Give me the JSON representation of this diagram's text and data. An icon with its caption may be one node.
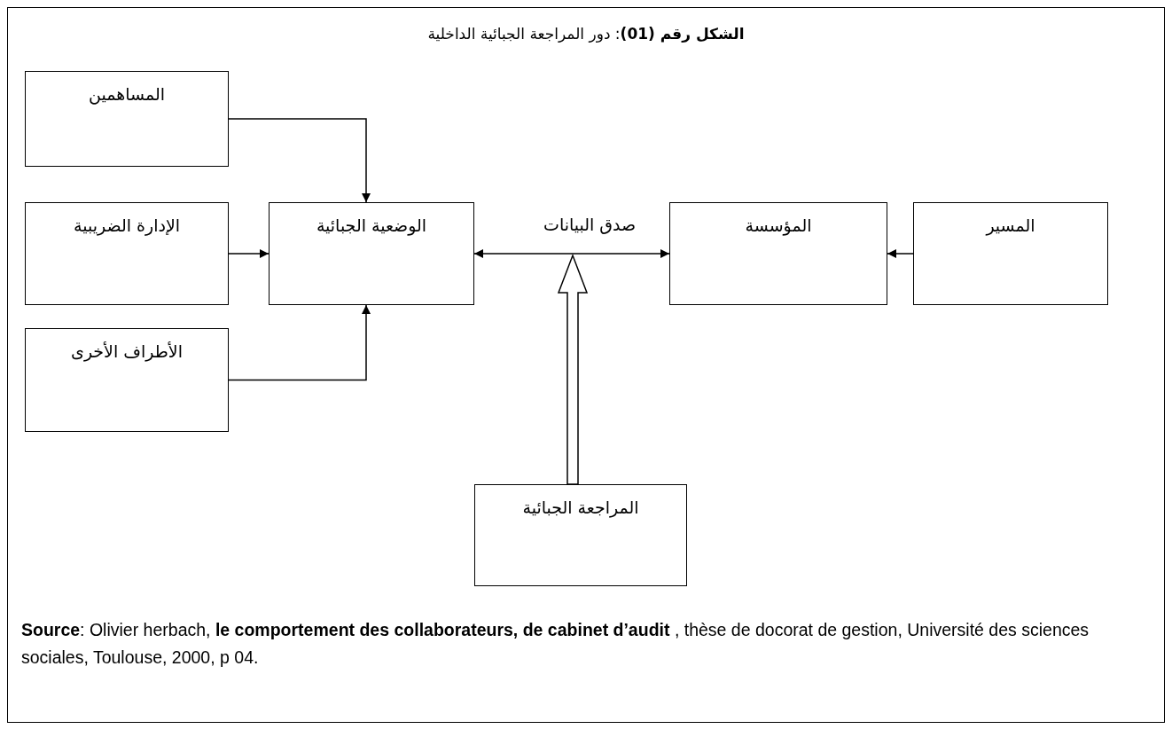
{
  "diagram": {
    "title": "**الشكل رقم (01)**: دور المراجعة الجبائية الداخلية",
    "caption": "**Source**: Olivier  herbach, **le comportement des collaborateurs, de cabinet d’audit** , thèse de docorat  de gestion, Université des sciences sociales, Toulouse, 2000, p 04.",
    "nodes": [
      {
        "text": [
          "المساهمين"
        ]
      },
      {
        "text": [
          "الإدارة الضريبية"
        ]
      },
      {
        "text": [
          "الوضعية الجبائية"
        ]
      },
      {
        "text": [
          "المؤسسة"
        ]
      },
      {
        "text": [
          "المسير"
        ]
      },
      {
        "text": [
          "الأطراف الأخرى"
        ]
      },
      {
        "text": [
          "المراجعة الجبائية"
        ]
      }
    ],
    "edges": [
      {
        "from": 0,
        "to": 2,
        "arrow": "to"
      },
      {
        "from": 1,
        "to": 2,
        "arrow": "to"
      },
      {
        "from": 5,
        "to": 2,
        "arrow": "to"
      },
      {
        "from": 2,
        "to": 3,
        "arrow": "both",
        "label": "صدق البيانات"
      },
      {
        "from": 4,
        "to": 3,
        "arrow": "to"
      },
      {
        "from": 6,
        "to": null,
        "arrow": "to",
        "style": "thick"
      }
    ]
  }
}
